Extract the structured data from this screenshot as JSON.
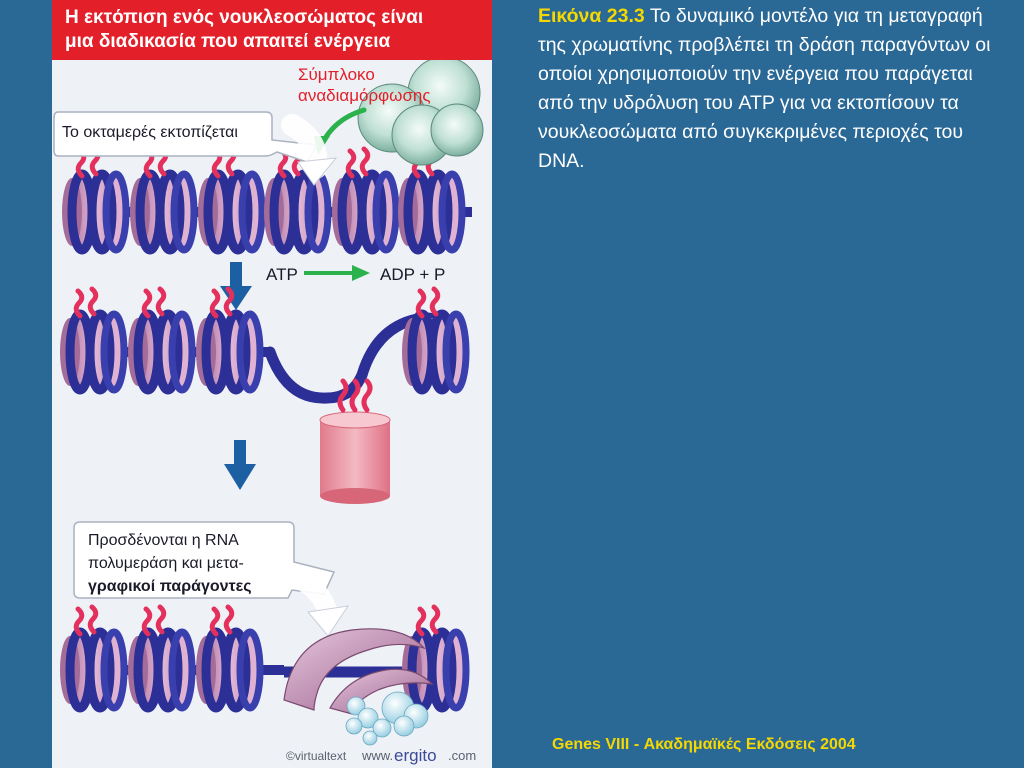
{
  "figure": {
    "header_lines": [
      "Η εκτόπιση ενός νουκλεοσώματος είναι",
      "μια διαδικασία που απαιτεί ενέργεια"
    ],
    "complex_label_lines": [
      "Σύμπλοκο",
      "αναδιαμόρφωσης"
    ],
    "octamer_label": "Το οκταμερές εκτοπίζεται",
    "reaction": {
      "atp": "ATP",
      "products": "ADP + P"
    },
    "rna_label_lines": [
      "Προσδένονται η RNA",
      "πολυμεράση και μετα-",
      "γραφικοί παράγοντες"
    ],
    "copyright": "©virtualtext",
    "www": "www.",
    "brand": "ergito",
    "dotcom": ".com",
    "colors": {
      "header_red": "#e3202a",
      "dna_blue": "#2b2f96",
      "histone_pink": "#d2a0c3",
      "tail_red": "#e4305c",
      "arrow_blue": "#1d5fa3",
      "arrow_green": "#2bb24c",
      "complex_green": "#a8d4c4",
      "background": "#2a6896",
      "highlight_yellow": "#f5d800"
    }
  },
  "caption": {
    "label": "Εικόνα 23.3",
    "text": " Το δυναμικό μοντέλο για τη μεταγραφή της χρωματίνης προβλέπει τη δράση παραγόντων οι οποίοι χρησιμοποιούν την ενέργεια που παράγεται από την υδρόλυση του ATP για να εκτοπίσουν τα νουκλεοσώματα από συγκεκριμένες περιοχές του DNA."
  },
  "credit": "Genes VIII - Ακαδημαϊκές Εκδόσεις 2004"
}
